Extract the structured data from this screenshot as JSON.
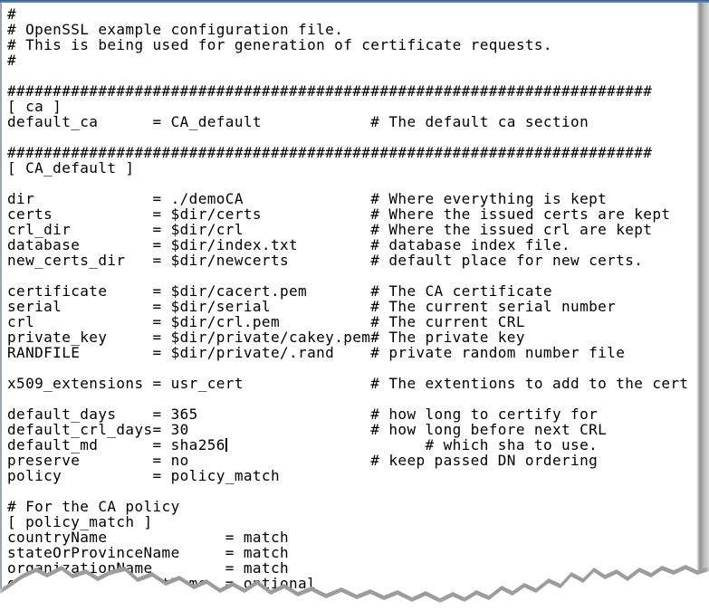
{
  "editor": {
    "description": "OpenSSL example configuration file shown in a text editor page with torn bottom edge",
    "lines": [
      "#",
      "# OpenSSL example configuration file.",
      "# This is being used for generation of certificate requests.",
      "#",
      "",
      "#######################################################################",
      "[ ca ]",
      "default_ca      = CA_default            # The default ca section",
      "",
      "#######################################################################",
      "[ CA_default ]",
      "",
      "dir             = ./demoCA              # Where everything is kept",
      "certs           = $dir/certs            # Where the issued certs are kept",
      "crl_dir         = $dir/crl              # Where the issued crl are kept",
      "database        = $dir/index.txt        # database index file.",
      "new_certs_dir   = $dir/newcerts         # default place for new certs.",
      "",
      "certificate     = $dir/cacert.pem       # The CA certificate",
      "serial          = $dir/serial           # The current serial number",
      "crl             = $dir/crl.pem          # The current CRL",
      "private_key     = $dir/private/cakey.pem# The private key",
      "RANDFILE        = $dir/private/.rand    # private random number file",
      "",
      "x509_extensions = usr_cert              # The extentions to add to the cert",
      "",
      "default_days    = 365                   # how long to certify for",
      "default_crl_days= 30                    # how long before next CRL",
      "default_md      = sha256                      # which sha to use.",
      "preserve        = no                    # keep passed DN ordering",
      "policy          = policy_match",
      "",
      "# For the CA policy",
      "[ policy_match ]",
      "countryName             = match",
      "stateOrProvinceName     = match",
      "organizationName        = match",
      "organizationalUnitName  = optional"
    ],
    "cursor": {
      "line_index": 28,
      "col": 24
    }
  },
  "colors": {
    "page_bg": "#ffffff",
    "text": "#000000",
    "top_border_dark": "#2f5f93",
    "top_border_light": "#6f94ba",
    "left_border": "#98a6b2",
    "right_shadow_dark": "#8f8f8f",
    "right_shadow_light": "#d9d9d9",
    "tear_shadow": "#9c9c9c"
  }
}
